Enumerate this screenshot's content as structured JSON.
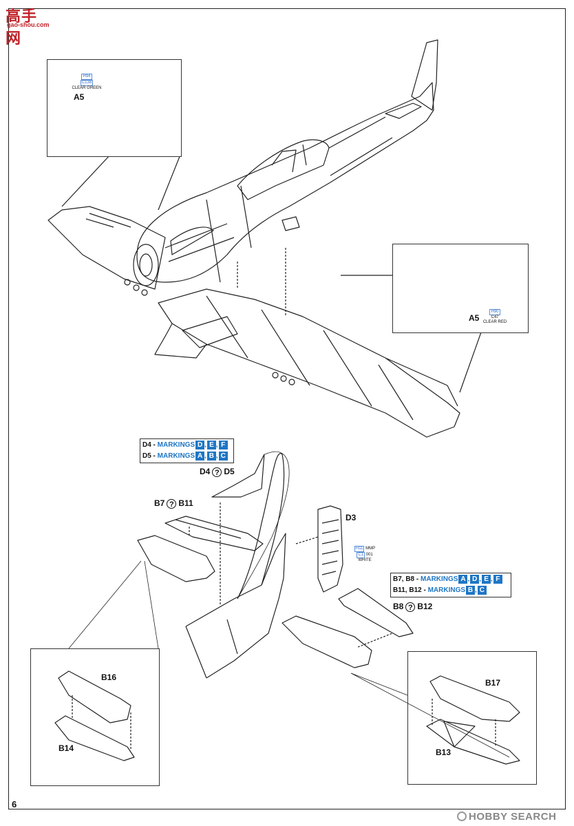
{
  "logo": {
    "main": "高手网",
    "sub": "gao-shou.com"
  },
  "page_number": "6",
  "watermark": "HOBBY SEARCH",
  "callout_top_left": {
    "part": "A5",
    "code_top": "H94",
    "code_mid": "C138",
    "color": "CLEAR GREEN"
  },
  "callout_right": {
    "part": "A5",
    "code_top": "H90",
    "code_mid": "C47",
    "color": "CLEAR RED"
  },
  "markings_d": {
    "rows": [
      {
        "label": "D4 - ",
        "mk": "MARKINGS",
        "letters": [
          "D",
          "E",
          "F"
        ]
      },
      {
        "label": "D5 - ",
        "mk": "MARKINGS",
        "letters": [
          "A",
          "B",
          "C"
        ]
      }
    ]
  },
  "choice_d": {
    "left": "D4",
    "right": "D5"
  },
  "choice_b7": {
    "left": "B7",
    "right": "B11"
  },
  "part_d3": "D3",
  "color_d3": {
    "code_top": "H11",
    "code_top2": "MMP",
    "code_mid": "C1",
    "code_mid2": "001",
    "color": "WHITE"
  },
  "markings_b": {
    "rows": [
      {
        "label": "B7, B8 - ",
        "mk": "MARKINGS",
        "letters": [
          "A",
          "D",
          "E",
          "F"
        ]
      },
      {
        "label": "B11, B12 - ",
        "mk": "MARKINGS",
        "letters": [
          "B",
          "C"
        ]
      }
    ]
  },
  "choice_b8": {
    "left": "B8",
    "right": "B12"
  },
  "callout_bottom_left": {
    "top": "B16",
    "bottom": "B14"
  },
  "callout_bottom_right": {
    "top": "B17",
    "bottom": "B13"
  }
}
